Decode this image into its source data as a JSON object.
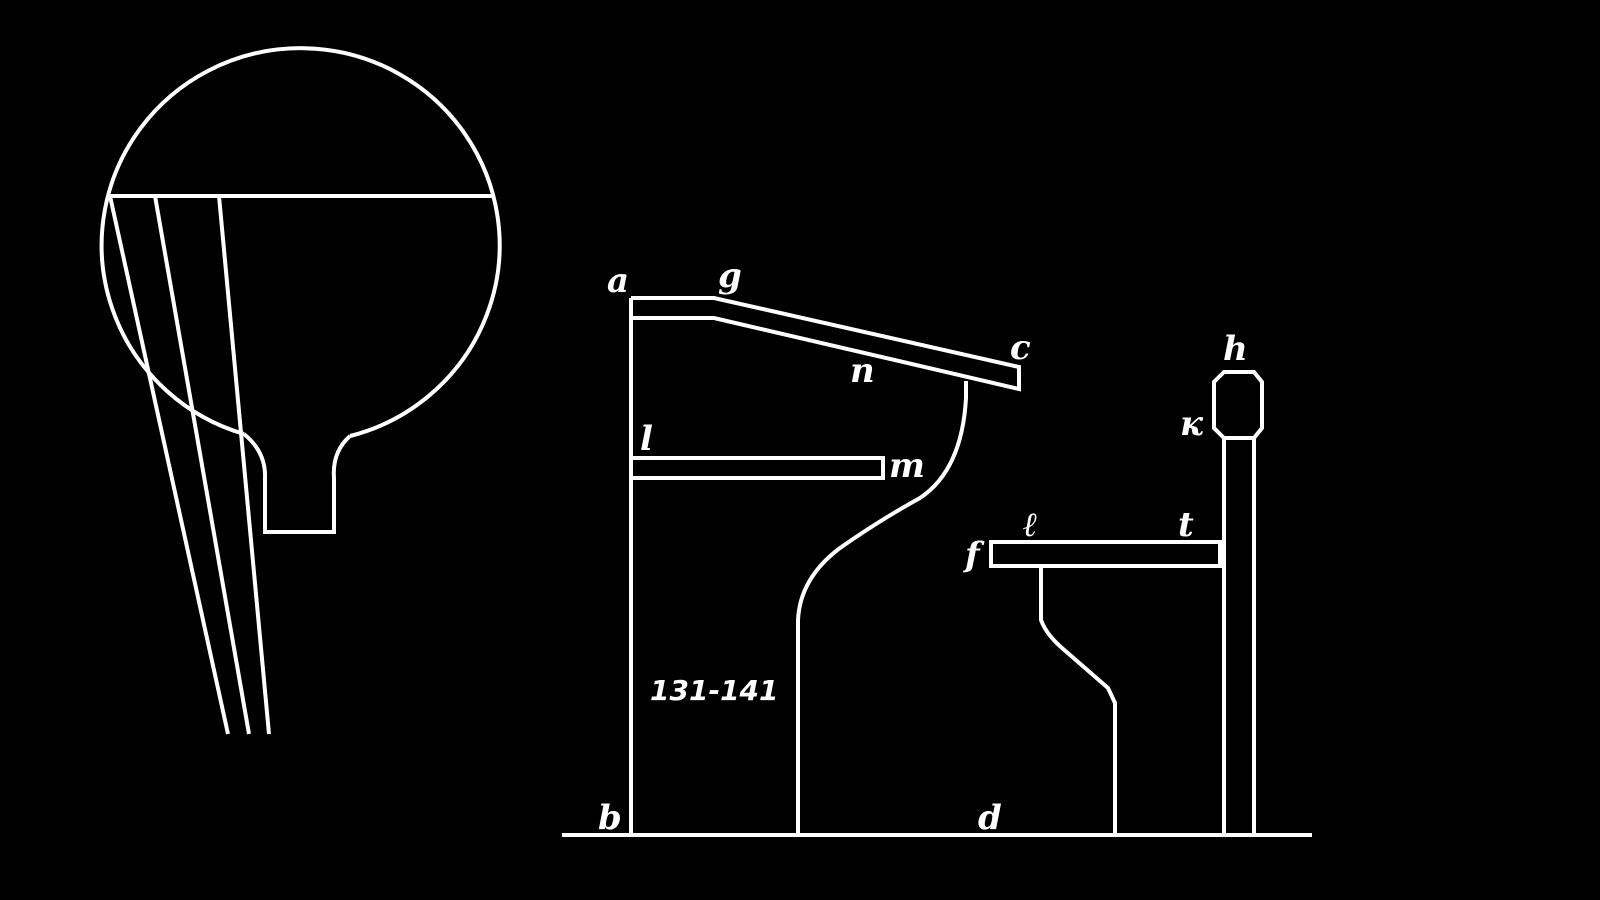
{
  "colors": {
    "background": "#000000",
    "stroke": "#ffffff"
  },
  "labels": {
    "a": "a",
    "g": "g",
    "c": "c",
    "n": "n",
    "h": "h",
    "k": "к",
    "l": "l",
    "m": "m",
    "f": "f",
    "e": "ℓ",
    "t": "t",
    "b": "b",
    "d": "d"
  },
  "height_range": "131-141"
}
